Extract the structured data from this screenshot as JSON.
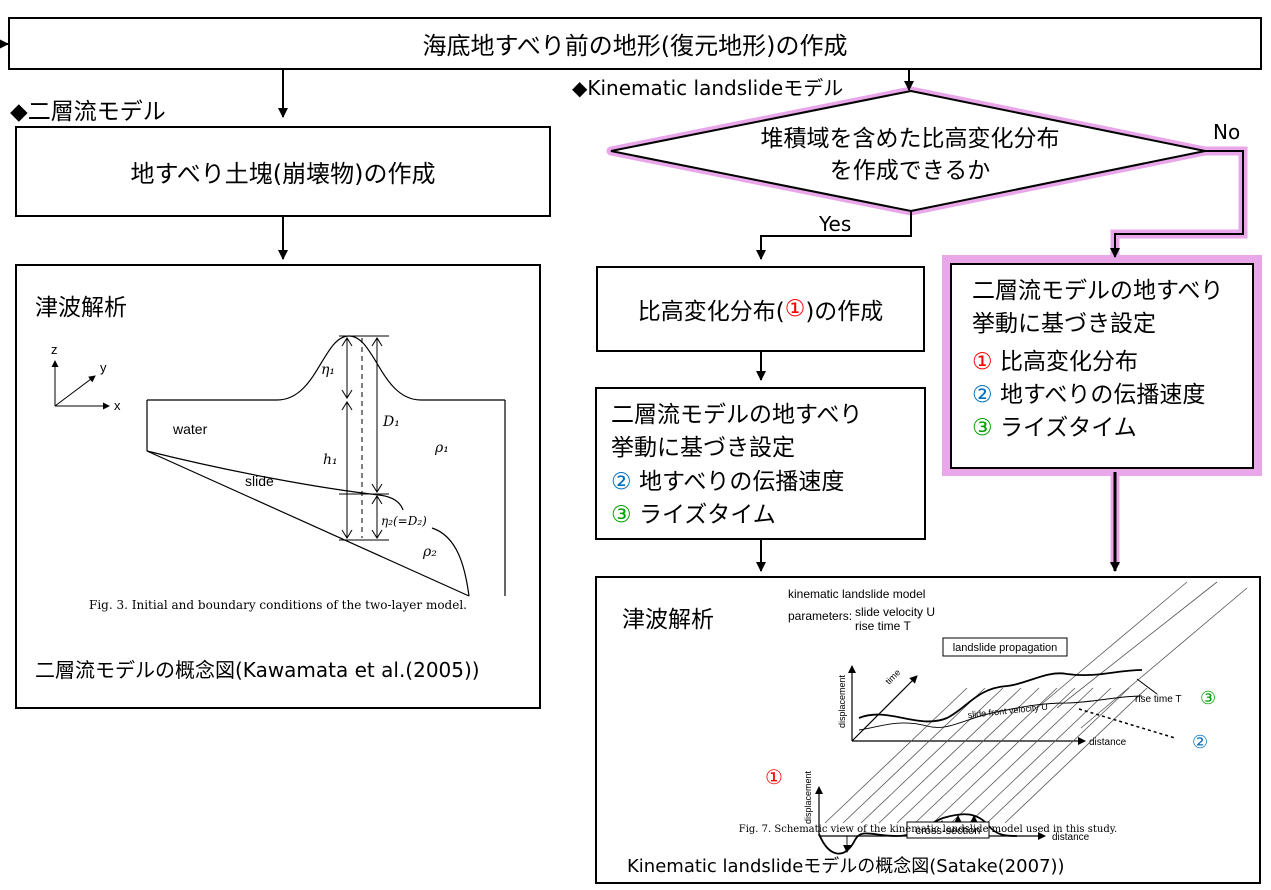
{
  "top_box": "海底地すべり前の地形(復元地形)の作成",
  "left_heading": "◆二層流モデル",
  "right_heading": "◆Kinematic landslideモデル",
  "box_soil": "地すべり土塊(崩壊物)の作成",
  "decision": {
    "line1": "堆積域を含めた比高変化分布",
    "line2": "を作成できるか",
    "yes": "Yes",
    "no": "No"
  },
  "box_relief": {
    "prefix": "比高変化分布(",
    "num": "①",
    "suffix": ")の作成"
  },
  "box_mid": {
    "line1": "二層流モデルの地すべり",
    "line2": "挙動に基づき設定",
    "num2": "②",
    "item2": "地すべりの伝播速度",
    "num3": "③",
    "item3": "ライズタイム"
  },
  "box_right": {
    "line1": "二層流モデルの地すべり",
    "line2": "挙動に基づき設定",
    "num1": "①",
    "item1": "比高変化分布",
    "num2": "②",
    "item2": "地すべりの伝播速度",
    "num3": "③",
    "item3": "ライズタイム"
  },
  "left_analysis": {
    "title": "津波解析",
    "fig_caption": "Fig. 3. Initial and boundary conditions of the two-layer model.",
    "footer": "二層流モデルの概念図(Kawamata et al.(2005))",
    "labels": {
      "z": "z",
      "y": "y",
      "x": "x",
      "water": "water",
      "slide": "slide",
      "eta1": "η₁",
      "D1": "D₁",
      "h1": "h₁",
      "rho1": "ρ₁",
      "eta2": "η₂(=D₂)",
      "rho2": "ρ₂"
    }
  },
  "right_analysis": {
    "title": "津波解析",
    "model_label": "kinematic landslide model",
    "params_label": "parameters:",
    "param1": "slide velocity U",
    "param2": "rise time T",
    "propagation_label": "landslide propagation",
    "time_label": "time",
    "displacement_label": "displacement",
    "rise_time_label": "rise time T",
    "slide_front_label": "slide front velocity U",
    "distance_label": "distance",
    "cross_section_label": "cross-section",
    "num1": "①",
    "num2": "②",
    "num3": "③",
    "fig_caption": "Fig. 7.  Schematic view of the kinematic landslide model used in this study.",
    "footer": "Kinematic landslideモデルの概念図(Satake(2007))"
  },
  "colors": {
    "highlight": "#e9a6e9",
    "red": "#ff0000",
    "blue": "#0070c0",
    "green": "#00a000"
  }
}
